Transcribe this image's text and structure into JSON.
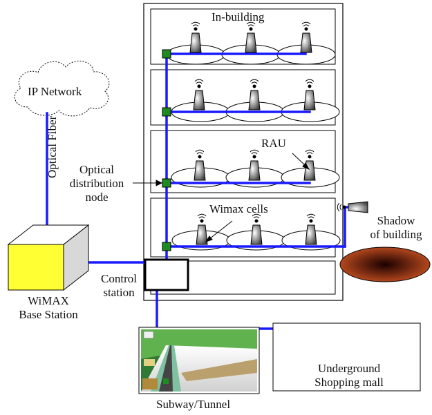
{
  "labels": {
    "in_building": "In-building",
    "ip_network": "IP Network",
    "optical_fiber": "Optical Fiber",
    "optical_distribution_node": [
      "Optical",
      "distribution",
      "node"
    ],
    "rau": "RAU",
    "wimax_cells": "Wimax cells",
    "shadow_of_building": [
      "Shadow",
      "of building"
    ],
    "control_station": [
      "Control",
      "station"
    ],
    "wimax_base_station": [
      "WiMAX",
      "Base Station"
    ],
    "underground_shopping_mall": [
      "Underground",
      "Shopping mall"
    ],
    "subway_tunnel": "Subway/Tunnel"
  },
  "colors": {
    "fiber": "#1a1aff",
    "node": "#1f8a1f",
    "base_station_face": "#ffff33",
    "shadow_dark": "#1a0000",
    "shadow_light": "#b3471d"
  }
}
